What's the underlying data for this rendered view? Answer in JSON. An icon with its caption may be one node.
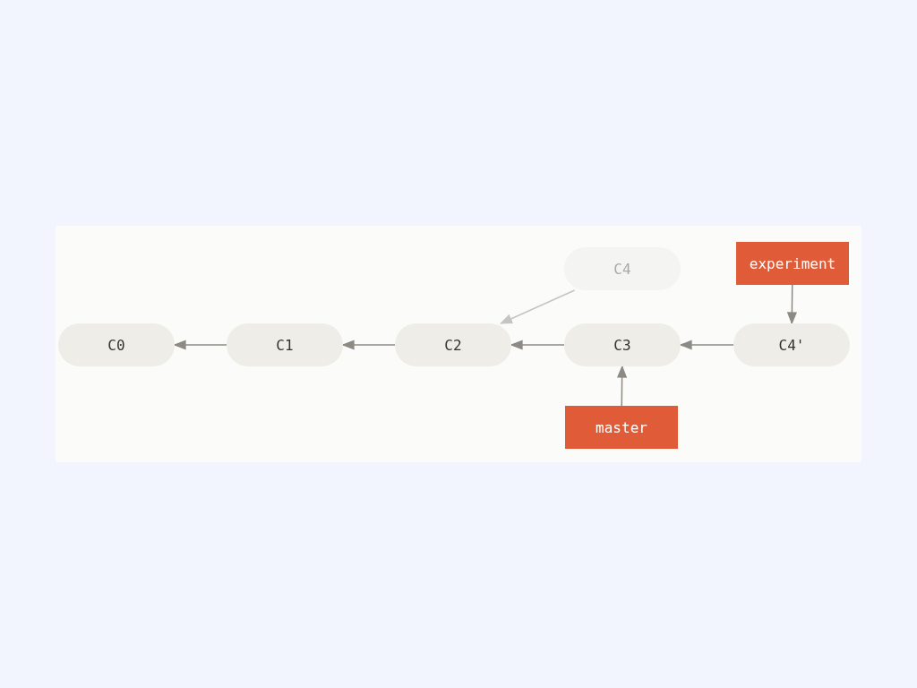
{
  "diagram": {
    "nodes": [
      {
        "text": [
          "C4"
        ]
      },
      {
        "text": [
          "experiment"
        ]
      },
      {
        "text": [
          "C0"
        ]
      },
      {
        "text": [
          "C1"
        ]
      },
      {
        "text": [
          "C2"
        ]
      },
      {
        "text": [
          "C3"
        ]
      },
      {
        "text": [
          "C4'"
        ]
      },
      {
        "text": [
          "master"
        ]
      }
    ],
    "edges": [
      {
        "from": 3,
        "to": 2,
        "arrow": "to"
      },
      {
        "from": 4,
        "to": 3,
        "arrow": "to"
      },
      {
        "from": 5,
        "to": 4,
        "arrow": "to"
      },
      {
        "from": 6,
        "to": 5,
        "arrow": "to"
      },
      {
        "from": 0,
        "to": 4,
        "arrow": "to",
        "color": "#c4c4c2"
      },
      {
        "from": 1,
        "to": 6,
        "arrow": "to"
      },
      {
        "from": 7,
        "to": 5,
        "arrow": "to"
      }
    ]
  }
}
